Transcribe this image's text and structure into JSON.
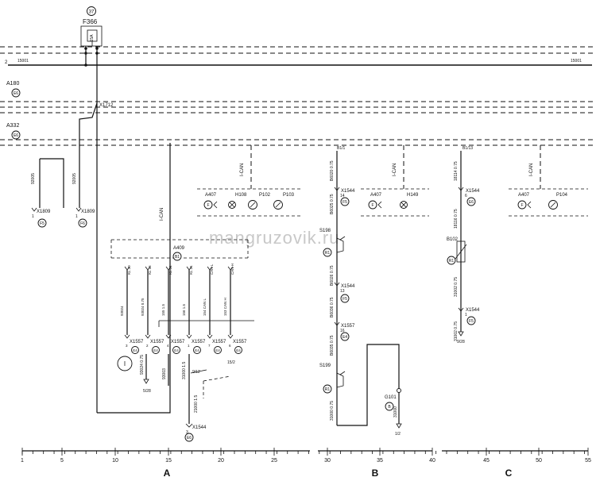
{
  "watermark": "mangruzovik.ru",
  "top": {
    "badge": "37",
    "fuse": "F366",
    "fuse_rating": "15A"
  },
  "bus": {
    "left_num": "2",
    "left_wire": "15001",
    "right_wire": "15001"
  },
  "units": {
    "a180": "A180",
    "a180_tag": "E6",
    "a332": "A332",
    "a332_tag": "E6"
  },
  "left": {
    "x1712": "X1712",
    "wire_a": "92005",
    "wire_b": "92005",
    "x1809a": "X1809",
    "x1809a_pin": "1",
    "x1809a_tag": "F5",
    "x1809b": "X1809",
    "x1809b_pin": "1",
    "x1809b_tag": "F6"
  },
  "section_a": {
    "ican_top": "I-CAN",
    "ican_mid": "I-CAN",
    "a407": "A407",
    "a407_f": "F",
    "h108": "H108",
    "p102": "P102",
    "p103": "P103",
    "a409": "A409",
    "a409_tag": "B1",
    "pins": [
      "KL 30",
      "KL 15",
      "KL 31",
      "KL 31",
      "CAN L",
      "CAN H"
    ],
    "wires_top": [
      "93024",
      "93024  0.75",
      "155    1.5",
      "156    1.5",
      "154 CAN L",
      "153 CAN H"
    ],
    "x1557": [
      "X1557",
      "X1557",
      "X1557",
      "X1557",
      "X1557",
      "X1557"
    ],
    "x1557_tags": [
      "E4",
      "E4",
      "E4",
      "E4",
      "E4",
      "E4"
    ],
    "x1557_pins": [
      "3",
      "2",
      "4",
      "1",
      "7",
      "6"
    ],
    "wires_low": [
      "93024  0.75",
      "93003",
      "31000  1.5",
      "21000  1.5"
    ],
    "ref_528": "5/28",
    "ref_912": "9/12",
    "ref_152": "15/2",
    "x1544": "X1544",
    "x1544_pin": "3",
    "x1544_tag": "E6",
    "circle_label": "I"
  },
  "section_b": {
    "top_ref": "B1/1",
    "ican": "I-CAN",
    "x1544a": "X1544",
    "x1544a_pin": "14",
    "x1544a_tag": "F5",
    "a407": "A407",
    "a407_f": "F",
    "h149": "H149",
    "s198": "S198",
    "s198_tag": "R1",
    "x1544b": "X1544",
    "x1544b_pin": "13",
    "x1544b_tag": "F5",
    "x1557": "X1557",
    "x1557_pin": "16",
    "x1557_tag": "E4",
    "s199": "S199",
    "s199_tag": "R1",
    "g101": "G101",
    "g101_tag": "B",
    "g101_ref": "1/2",
    "wires": [
      "B6020  0.75",
      "B6025  0.75",
      "B6026  0.75",
      "B6036  0.75",
      "B6035  0.75",
      "31000  0.75",
      "31000"
    ]
  },
  "section_c": {
    "top_ref": "B1/13",
    "ican": "I-CAN",
    "x1544a": "X1544",
    "x1544a_pin": "6",
    "x1544a_tag": "E6",
    "a407": "A407",
    "a407_f": "F",
    "p104": "P104",
    "b102": "B102",
    "b102_tag": "R1",
    "x1544b": "X1544",
    "x1544b_pin": "1",
    "x1544b_tag": "F5",
    "ref_928": "9/28",
    "wires": [
      "18114  0.75",
      "18116  0.75",
      "31002  0.75",
      "31002  0.75"
    ]
  },
  "scale": {
    "ticks": [
      "1",
      "5",
      "10",
      "15",
      "20",
      "25",
      "30",
      "35",
      "40",
      "45",
      "50",
      "55"
    ],
    "labels": [
      "A",
      "B",
      "C"
    ]
  }
}
